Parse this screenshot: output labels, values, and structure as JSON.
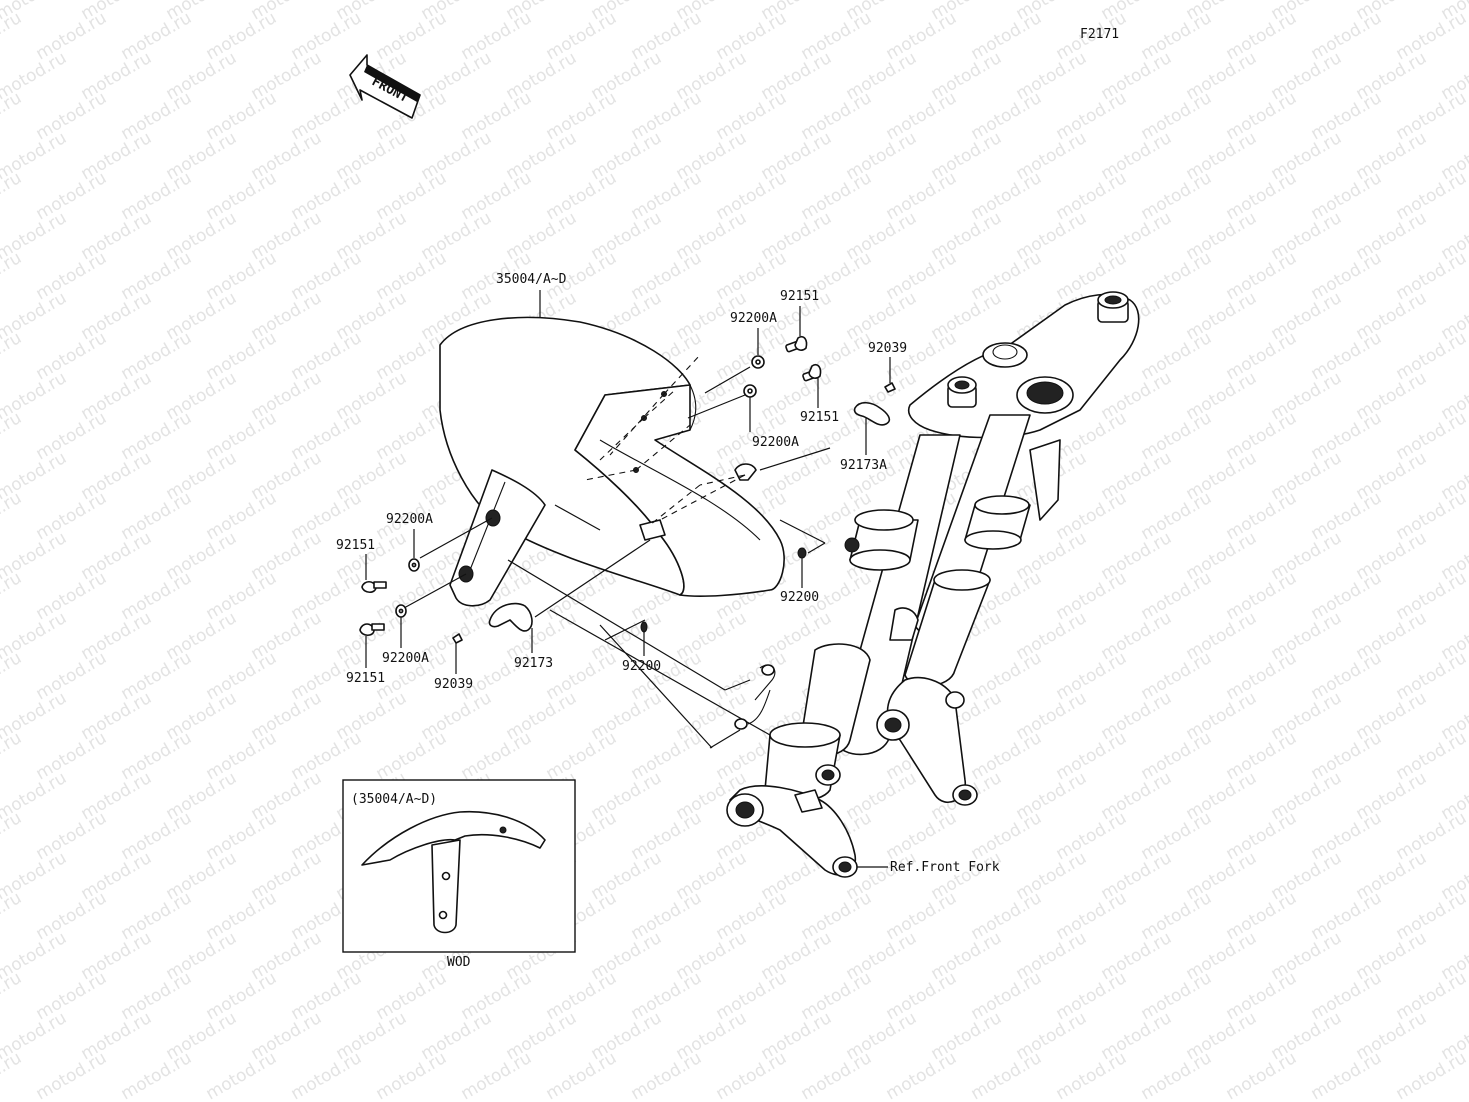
{
  "diagram": {
    "figure_code": "F2171",
    "watermark_text": "motod.ru",
    "front_arrow_label": "FRONT",
    "labels": {
      "fender": "35004/A~D",
      "bolt_top1": "92151",
      "washer_top1": "92200A",
      "bolt_top2": "92151",
      "washer_top2": "92200A",
      "screw_top": "92039",
      "clamp_a": "92173A",
      "grommet_right": "92200",
      "washer_left1": "92200A",
      "bolt_left1": "92151",
      "bolt_left2": "92151",
      "washer_left2": "92200A",
      "screw_bottom": "92039",
      "clamp": "92173",
      "grommet_bottom": "92200",
      "ref_fork": "Ref.Front Fork"
    },
    "inset": {
      "title": "(35004/A~D)",
      "caption": "WOD"
    }
  }
}
